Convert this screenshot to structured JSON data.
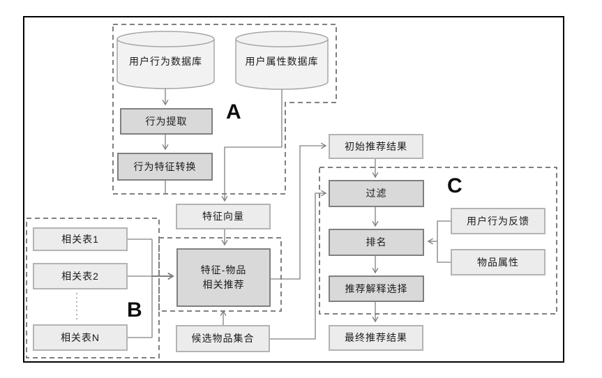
{
  "diagram": {
    "section_labels": {
      "a": "A",
      "b": "B",
      "c": "C"
    },
    "nodes": {
      "user_behavior_db": "用户行为数据库",
      "user_attr_db": "用户属性数据库",
      "behavior_extraction": "行为提取",
      "behavior_feature_transform": "行为特征转换",
      "feature_vector": "特征向量",
      "related_table_1": "相关表1",
      "related_table_2": "相关表2",
      "related_table_n": "相关表N",
      "feature_item_recommendation": "特征-物品\n相关推荐",
      "candidate_item_set": "候选物品集合",
      "initial_recommendation_result": "初始推荐结果",
      "filter": "过滤",
      "ranking": "排名",
      "recommendation_explanation_selection": "推荐解释选择",
      "final_recommendation_result": "最终推荐结果",
      "user_behavior_feedback": "用户行为反馈",
      "item_attributes": "物品属性"
    },
    "colors": {
      "frame_color": "#000000",
      "line_color": "#808080",
      "dash_color": "#7f7f7f",
      "shaded_fill": "#d9d9d9",
      "shaded_border": "#7f7f7f",
      "light_fill": "#ececec",
      "light_border": "#b3b3b3",
      "cylinder_fill": "#f2f2f2",
      "cylinder_border": "#a6a6a6",
      "text_color": "#1a1a1a"
    }
  }
}
